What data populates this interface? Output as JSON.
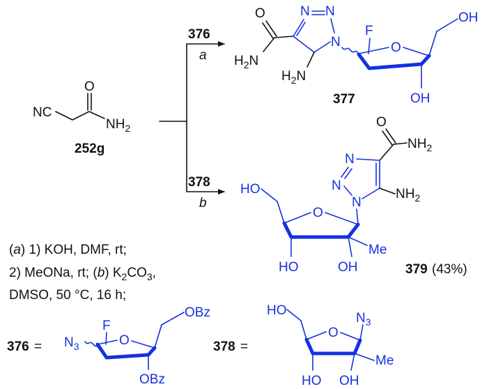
{
  "reactant": {
    "id": "252g",
    "nitrile": "NC",
    "carbonyl_O": "O",
    "amide": "NH",
    "amide_sub": "2"
  },
  "arrow_a": {
    "reagent": "376",
    "cond": "a"
  },
  "arrow_b": {
    "reagent": "378",
    "cond": "b"
  },
  "p377": {
    "id": "377",
    "O": "O",
    "amide_H": "H",
    "amide_sub": "2",
    "amide_N": "N",
    "amino_H": "H",
    "amino_sub": "2",
    "amino_N": "N",
    "triazole_N": "N",
    "F": "F",
    "ring_O": "O",
    "OH_top": "OH",
    "OH_bottom": "OH"
  },
  "p379": {
    "id": "379",
    "yield": "(43%)",
    "O": "O",
    "amide": "NH",
    "amide_sub": "2",
    "amino": "NH",
    "amino_sub": "2",
    "triazole_N": "N",
    "HO_top": "HO",
    "ring_O": "O",
    "Me": "Me",
    "HO_bottom": "HO",
    "OH_bottom": "OH"
  },
  "conditions": {
    "a_label": "a",
    "b_label": "b",
    "line1_rest": " 1) KOH, DMF, rt;",
    "line2_pre": "2) MeONa, rt; (",
    "line2_post": ") K",
    "line2_sub": "2",
    "line2_end": "CO",
    "line2_sub2": "3",
    "line2_tail": ",",
    "line3": "DMSO, 50 °C, 16 h;"
  },
  "def376": {
    "id": "376",
    "eq": "=",
    "N3": "N",
    "N3_sub": "3",
    "F": "F",
    "ring_O": "O",
    "OBz_top": "OBz",
    "OBz_bottom": "OBz"
  },
  "def378": {
    "id": "378",
    "eq": "=",
    "HO_top": "HO",
    "N3": "N",
    "N3_sub": "3",
    "ring_O": "O",
    "Me": "Me",
    "HO_bottom": "HO",
    "OH_bottom": "OH"
  },
  "colors": {
    "black": "#111111",
    "blue": "#1530e0"
  }
}
